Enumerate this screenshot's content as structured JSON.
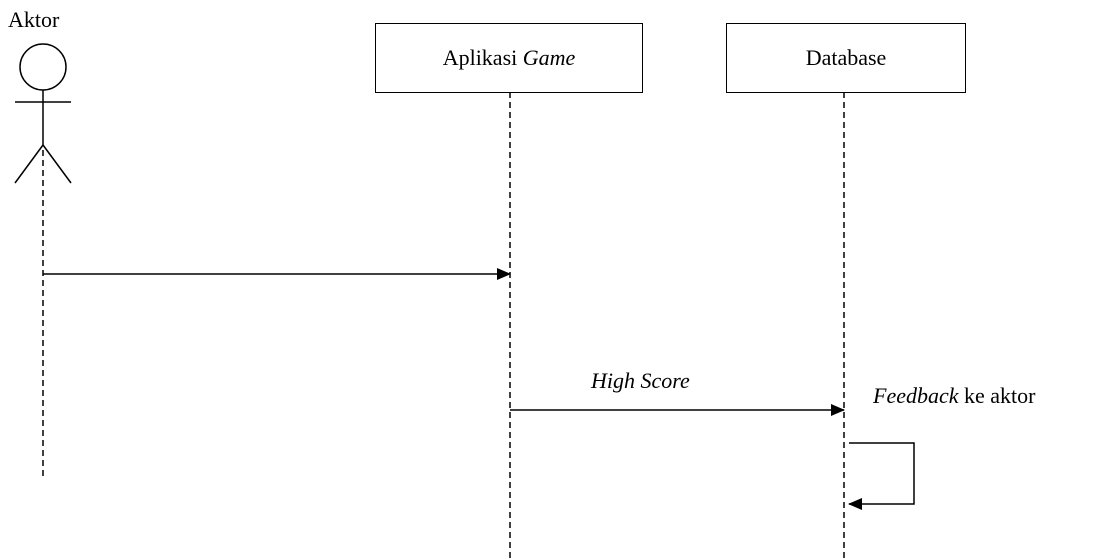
{
  "actor": {
    "label": "Aktor"
  },
  "lifelines": {
    "app": {
      "label_prefix": "Aplikasi ",
      "label_italic": "Game"
    },
    "db": {
      "label": "Database"
    }
  },
  "messages": {
    "high_score": {
      "label": "High Score"
    },
    "feedback": {
      "label_italic": "Feedback",
      "label_rest": " ke aktor"
    }
  }
}
